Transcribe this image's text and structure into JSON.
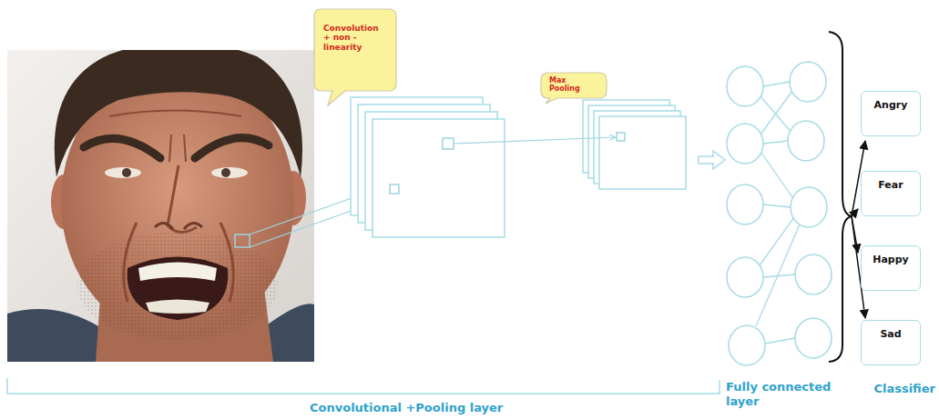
{
  "diagram": {
    "nodes": [
      {
        "text": [
          "Convolution + non - linearity"
        ]
      },
      {
        "text": [
          "Max Pooling"
        ]
      },
      {
        "text": [
          "Angry"
        ]
      },
      {
        "text": [
          "Fear"
        ]
      },
      {
        "text": [
          "Happy"
        ]
      },
      {
        "text": [
          "Sad"
        ]
      }
    ],
    "labels": [
      "Convolutional +Pooling layer",
      "Fully connected layer",
      "Classifier"
    ]
  }
}
